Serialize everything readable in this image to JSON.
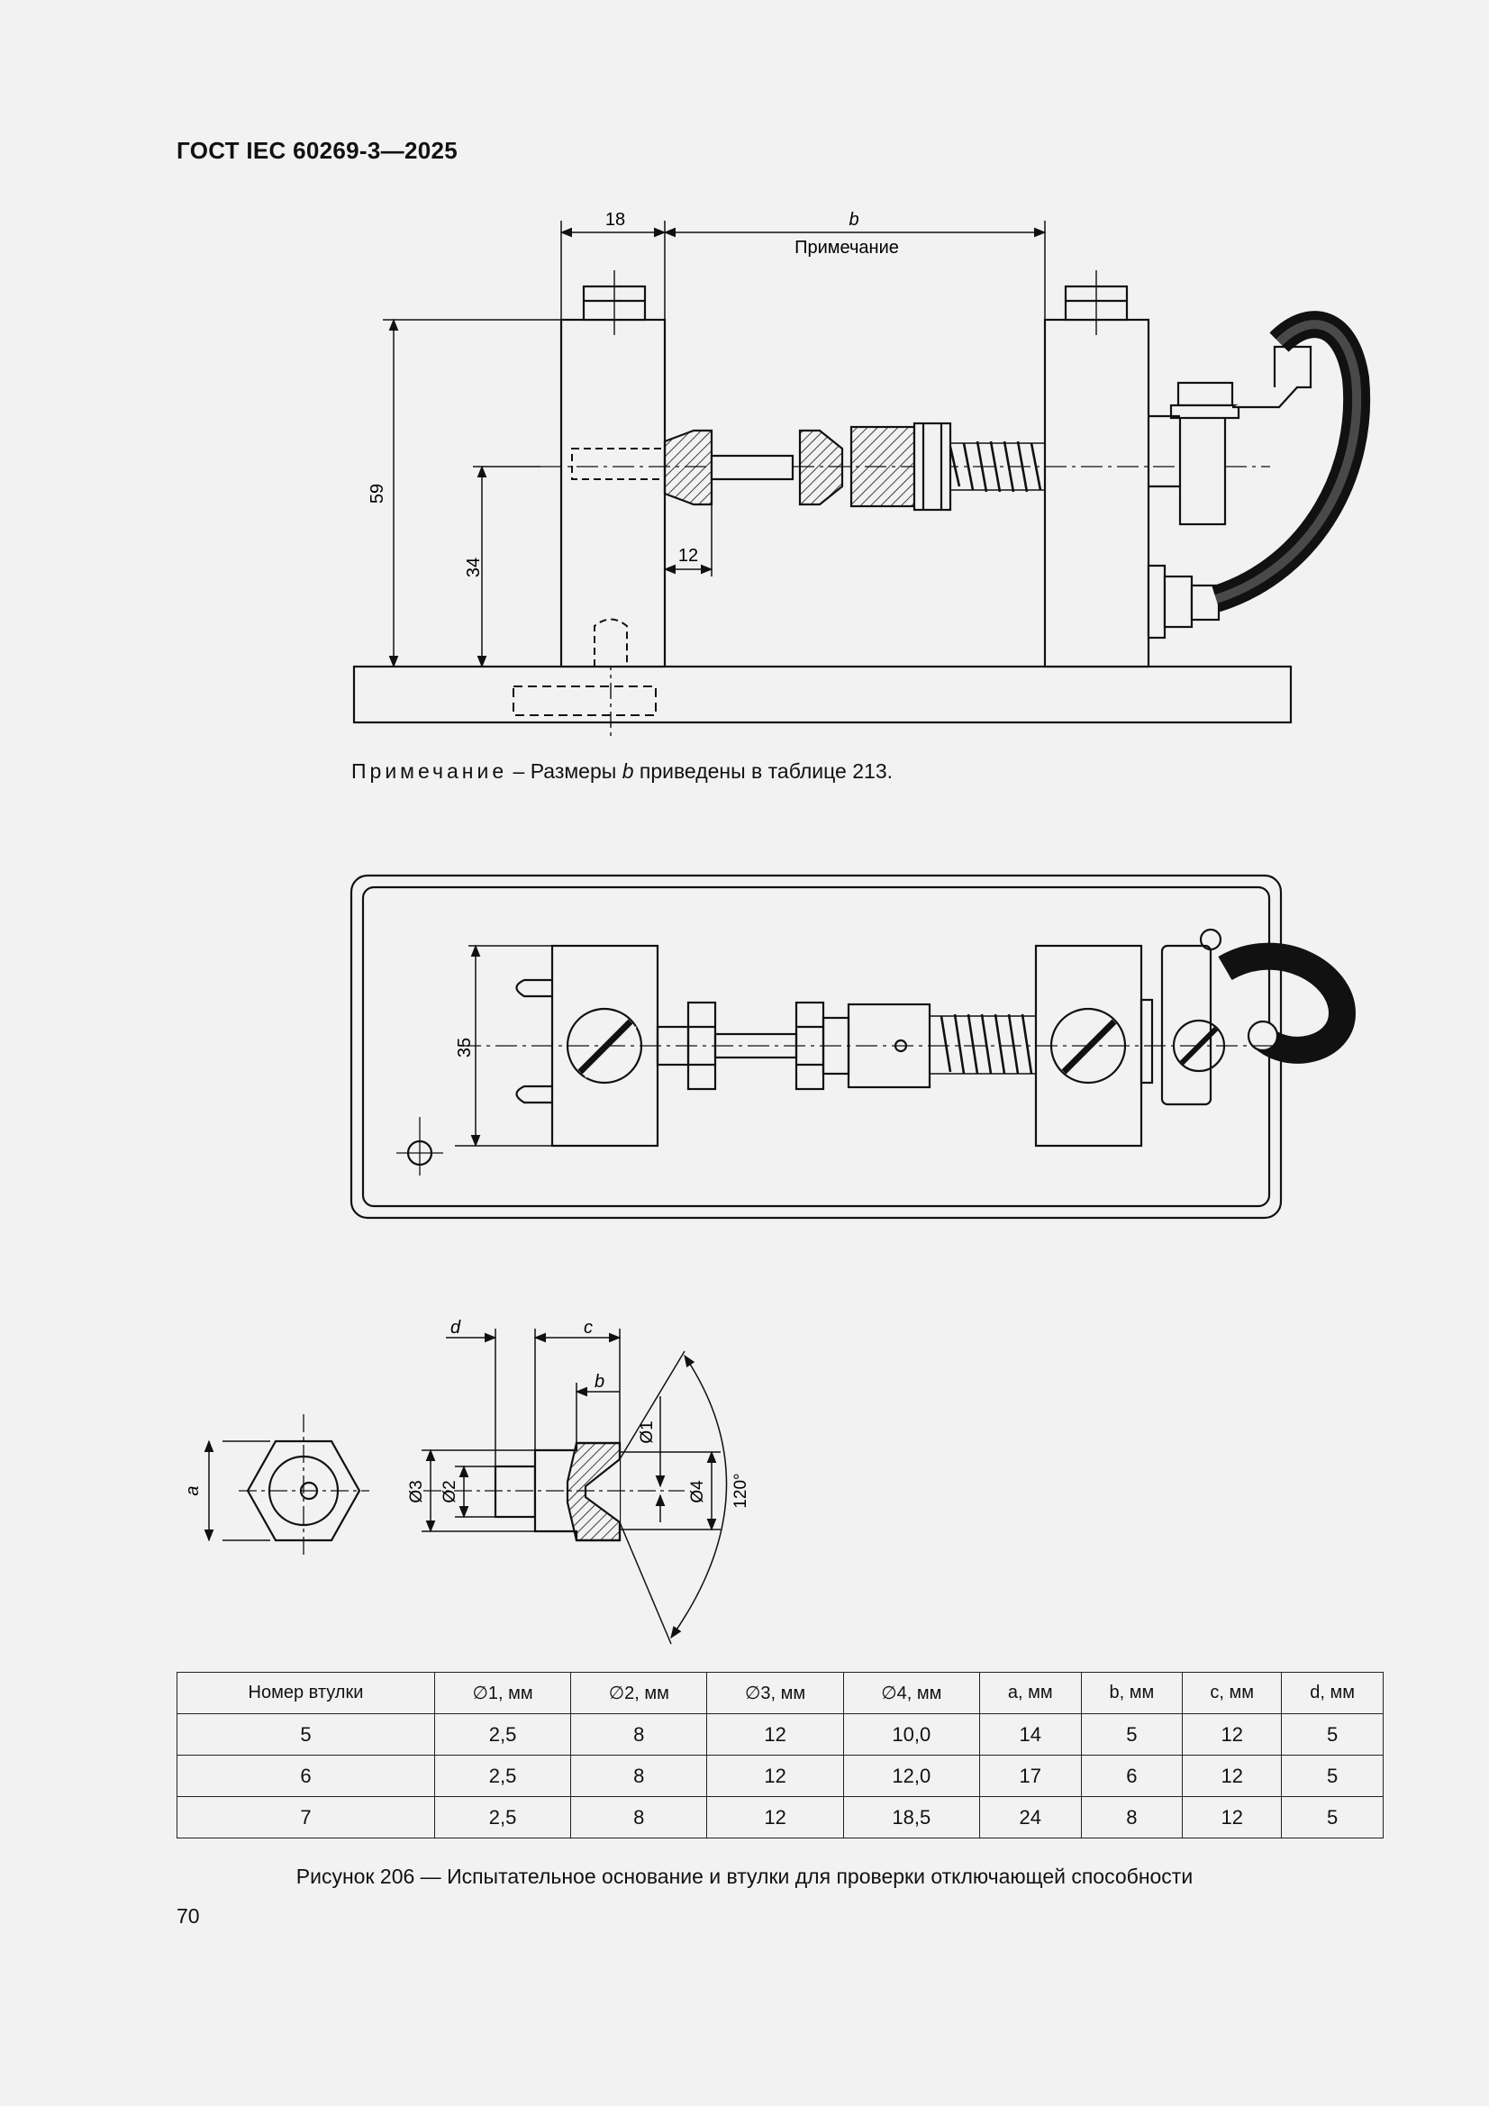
{
  "header": {
    "doc_id": "ГОСТ IEC 60269-3—2025"
  },
  "figure1": {
    "dims": {
      "d18": "18",
      "b": "b",
      "b_note": "Примечание",
      "d59": "59",
      "d34": "34",
      "d12": "12"
    },
    "note_prefix": "Примечание",
    "note_text_1": " – Размеры ",
    "note_var": "b",
    "note_text_2": " приведены в таблице 213."
  },
  "figure2": {
    "dims": {
      "d35": "35"
    }
  },
  "figure3": {
    "dims": {
      "a": "a",
      "b": "b",
      "c": "c",
      "d": "d",
      "o1": "Ø1",
      "o2": "Ø2",
      "o3": "Ø3",
      "o4": "Ø4",
      "angle": "120°"
    }
  },
  "table": {
    "headers": [
      "Номер втулки",
      "∅1, мм",
      "∅2, мм",
      "∅3, мм",
      "∅4, мм",
      "a, мм",
      "b, мм",
      "c, мм",
      "d, мм"
    ],
    "rows": [
      [
        "5",
        "2,5",
        "8",
        "12",
        "10,0",
        "14",
        "5",
        "12",
        "5"
      ],
      [
        "6",
        "2,5",
        "8",
        "12",
        "12,0",
        "17",
        "6",
        "12",
        "5"
      ],
      [
        "7",
        "2,5",
        "8",
        "12",
        "18,5",
        "24",
        "8",
        "12",
        "5"
      ]
    ]
  },
  "caption": "Рисунок 206 — Испытательное основание и втулки для проверки отключающей способности",
  "page_number": "70"
}
